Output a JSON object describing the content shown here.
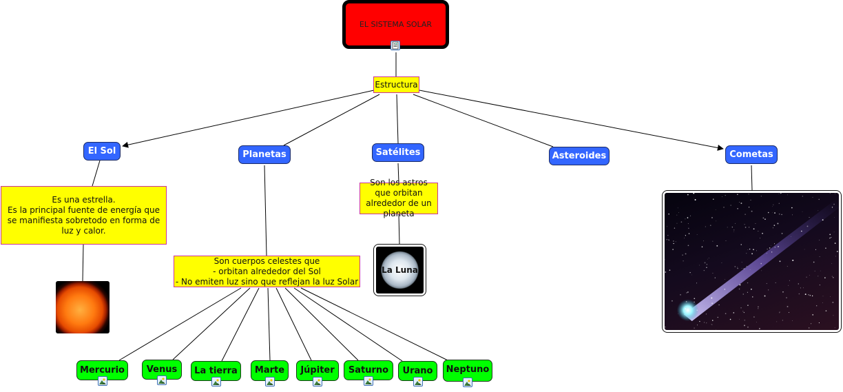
{
  "title": "EL SISTEMA SOLAR",
  "hub": "Estructura",
  "categories": [
    {
      "id": "sol",
      "label": "El Sol"
    },
    {
      "id": "planetas",
      "label": "Planetas"
    },
    {
      "id": "satelites",
      "label": "Satélites"
    },
    {
      "id": "asteroides",
      "label": "Asteroides"
    },
    {
      "id": "cometas",
      "label": "Cometas"
    }
  ],
  "descriptions": {
    "sol": "Es una estrella.\nEs la principal fuente de energía que se manifiesta sobretodo en forma de luz y calor.",
    "planetas": "Son cuerpos celestes que\n- orbitan alrededor del Sol\n- No emiten luz sino que reflejan la luz Solar",
    "satelites": "Son los astros que orbitan alrededor de un planeta"
  },
  "images": {
    "sol": "sun-image",
    "luna": "La Luna",
    "cometa": "comet-image"
  },
  "planets": [
    {
      "label": "Mercurio"
    },
    {
      "label": "Venus"
    },
    {
      "label": "La tierra"
    },
    {
      "label": "Marte"
    },
    {
      "label": "Júpiter"
    },
    {
      "label": "Saturno"
    },
    {
      "label": "Urano"
    },
    {
      "label": "Neptuno"
    }
  ],
  "colors": {
    "root": "#ff0000",
    "hub": "#ffff00",
    "category": "#3366ff",
    "planet": "#00ff00",
    "description_border": "#c8339b"
  }
}
